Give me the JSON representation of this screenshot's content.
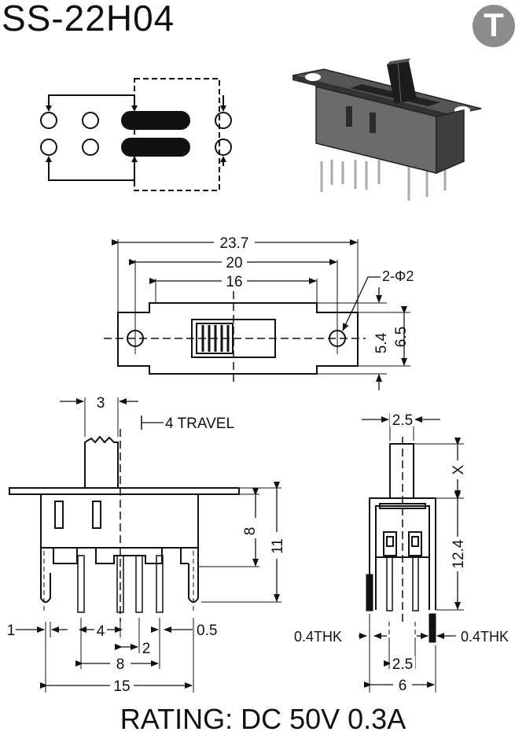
{
  "part_number": "SS-22H04",
  "rating": "RATING: DC 50V 0.3A",
  "logo_letter": "T",
  "top_view": {
    "overall_width": "23.7",
    "hole_spacing": "20",
    "slot_length": "16",
    "hole_note": "2-Φ2",
    "inner_height": "5.4",
    "outer_height": "6.5"
  },
  "front_view": {
    "actuator_width": "3",
    "travel": "4 TRAVEL",
    "body_height": "8",
    "total_height": "11",
    "left_offset": "1",
    "pin_pitch": "4",
    "pin_gap": "2",
    "pin_thickness": "0.5",
    "pin_span_inner": "8",
    "pin_span_outer": "15"
  },
  "side_view": {
    "actuator_width": "2.5",
    "actuator_height": "X",
    "body_height": "12.4",
    "left_thickness": "0.4THK",
    "right_thickness": "0.4THK",
    "pin_pitch": "2.5",
    "pin_span": "6"
  }
}
